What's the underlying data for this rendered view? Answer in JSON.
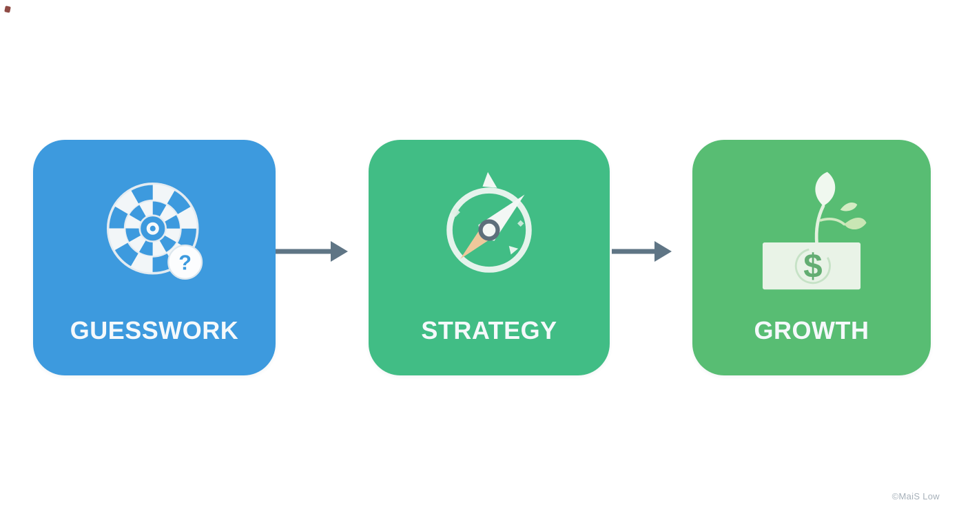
{
  "diagram": {
    "background": "#ffffff",
    "label_color": "#f5f9fb",
    "arrow_color": "#5f7585",
    "watermark": "©MaiS Low",
    "cards": [
      {
        "label": "GUESSWORK",
        "color": "#3d9ade",
        "icon": "dartboard-question-icon",
        "badge_glyph": "?"
      },
      {
        "label": "STRATEGY",
        "color": "#41bd85",
        "icon": "compass-icon"
      },
      {
        "label": "GROWTH",
        "color": "#58bd73",
        "icon": "money-plant-icon",
        "badge_glyph": "$"
      }
    ]
  }
}
